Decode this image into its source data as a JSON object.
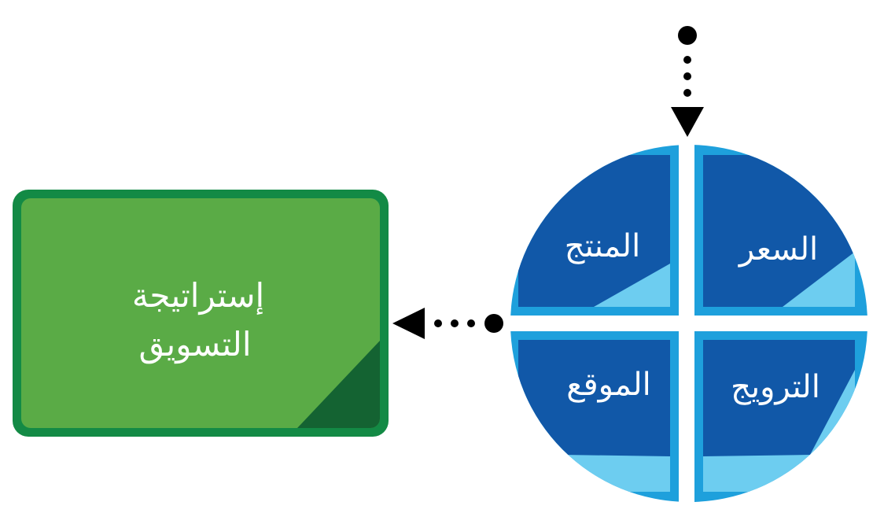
{
  "quadrants": {
    "product": "المنتج",
    "price": "السعر",
    "place": "الموقع",
    "promotion": "الترويج"
  },
  "strategy_box": {
    "line1": "إستراتيجة",
    "line2": "التسويق"
  },
  "colors": {
    "circle_outer": "#1ea0dc",
    "quadrant_fill": "#1158a8",
    "quadrant_corner": "#6dcdf0",
    "box_fill": "#5aab46",
    "box_border": "#138a45",
    "box_corner": "#146332",
    "connector": "#000000"
  }
}
